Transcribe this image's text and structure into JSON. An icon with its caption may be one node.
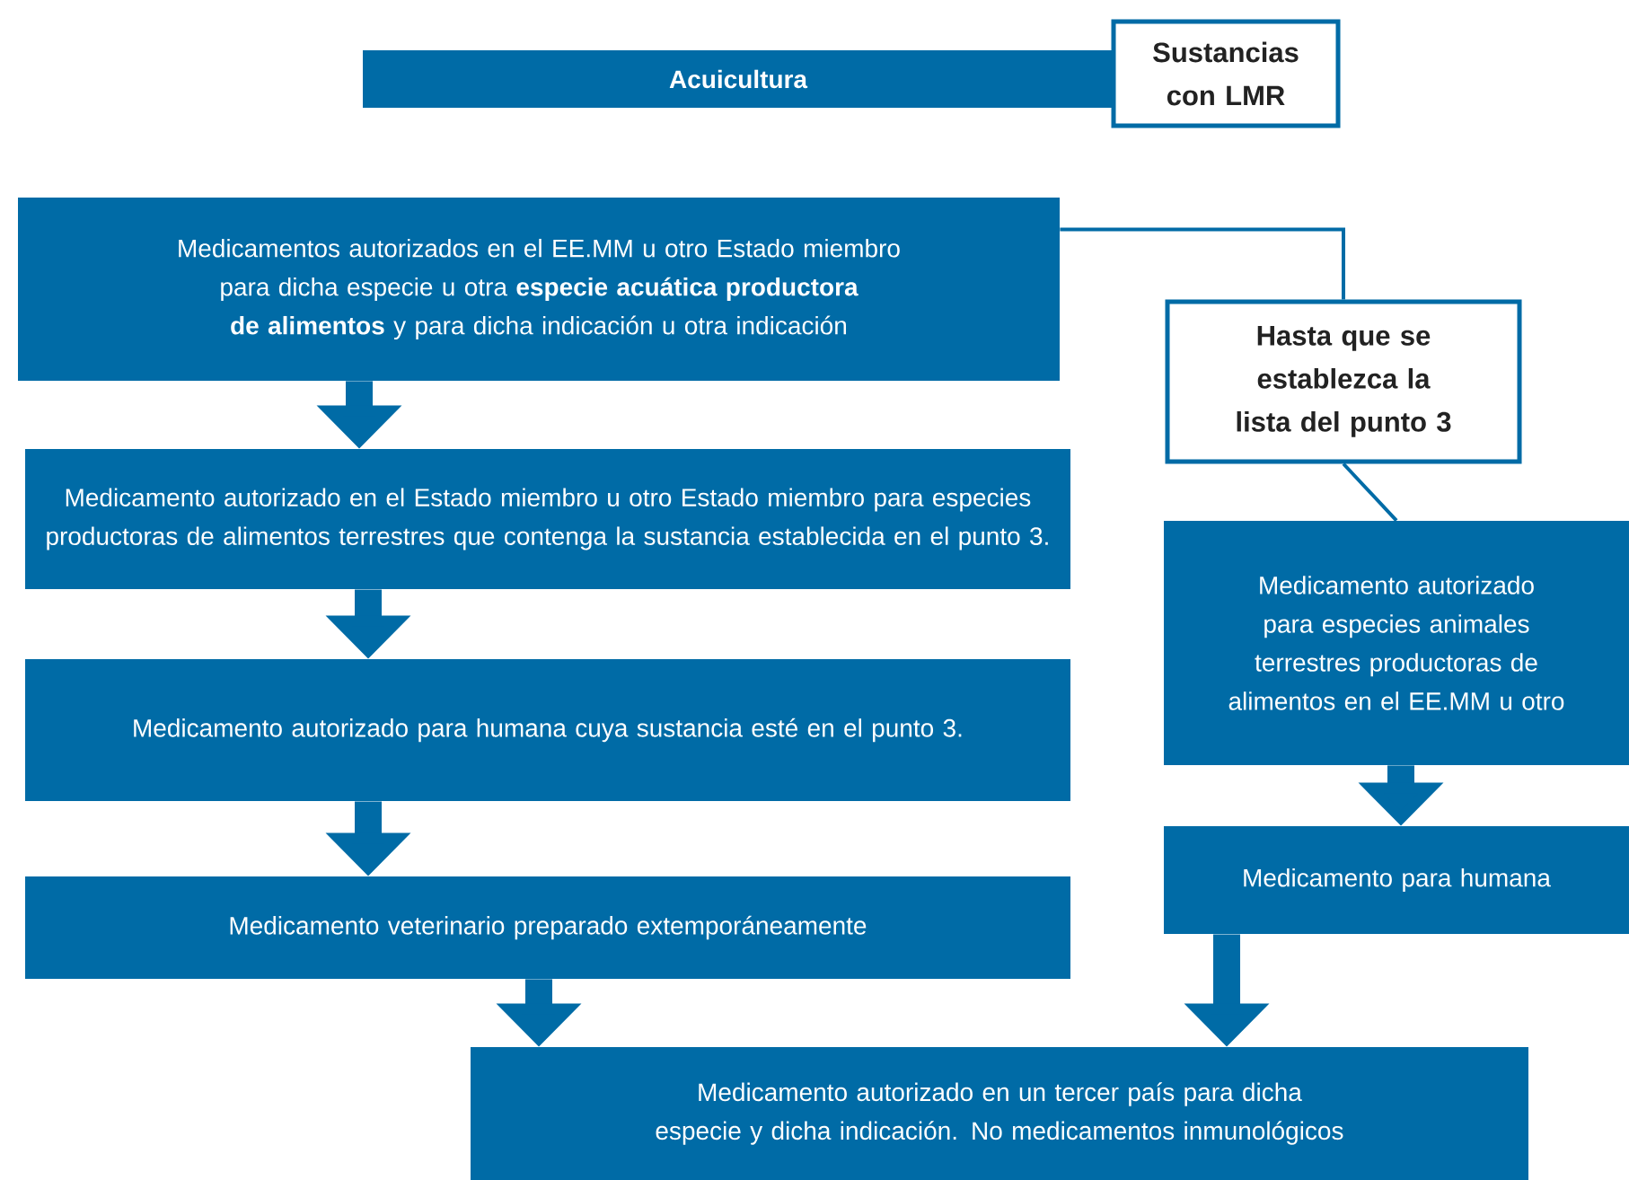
{
  "diagram": {
    "nodes": [
      {
        "text": [
          "Acuicultura"
        ]
      },
      {
        "text": [
          "Sustancias con LMR"
        ]
      },
      {
        "text": [
          "Medicamentos autorizados en el EE.MM u otro Estado miembro para dicha especie u otra **especie acuática productora de alimentos** y para dicha indicación u otra indicación"
        ]
      },
      {
        "text": [
          "Medicamento autorizado en el Estado miembro u otro Estado miembro para especies productoras de alimentos terrestres que contenga la sustancia establecida en el punto 3."
        ]
      },
      {
        "text": [
          "Medicamento autorizado para humana cuya sustancia esté en el punto 3."
        ]
      },
      {
        "text": [
          "Medicamento veterinario preparado extemporáneamente"
        ]
      },
      {
        "text": [
          "Hasta que se establezca la lista del punto 3"
        ]
      },
      {
        "text": [
          "Medicamento autorizado para especies animales terrestres productoras de alimentos en el EE.MM u otro"
        ]
      },
      {
        "text": [
          "Medicamento para humana"
        ]
      },
      {
        "text": [
          "Medicamento autorizado en un tercer país para dicha especie y dicha indicación. No medicamentos inmunológicos"
        ]
      }
    ],
    "edges": [
      {
        "from": 2,
        "to": 3,
        "arrow": "to"
      },
      {
        "from": 3,
        "to": 4,
        "arrow": "to"
      },
      {
        "from": 4,
        "to": 5,
        "arrow": "to"
      },
      {
        "from": 5,
        "to": 9,
        "arrow": "to"
      },
      {
        "from": 2,
        "to": 6,
        "arrow": "none"
      },
      {
        "from": 6,
        "to": 7,
        "arrow": "none"
      },
      {
        "from": 7,
        "to": 8,
        "arrow": "to"
      },
      {
        "from": 8,
        "to": 9,
        "arrow": "to"
      }
    ]
  }
}
